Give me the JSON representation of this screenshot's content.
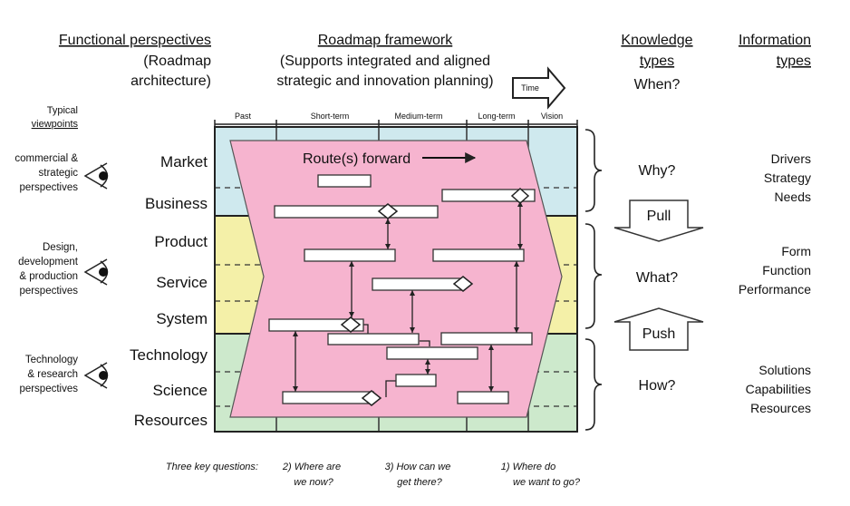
{
  "headers": {
    "functional": {
      "title": "Functional perspectives",
      "line1": "(Roadmap",
      "line2": "architecture)"
    },
    "framework": {
      "title": "Roadmap framework",
      "line1": "(Supports integrated and aligned",
      "line2": "strategic and innovation planning)"
    },
    "time_label": "Time",
    "knowledge": {
      "line1": "Knowledge",
      "line2": "types",
      "line3": "When?"
    },
    "information": {
      "line1": "Information",
      "line2": "types"
    }
  },
  "viewpoints": {
    "title1": "Typical",
    "title2": "viewpoints",
    "commercial": [
      "commercial &",
      "strategic",
      "perspectives"
    ],
    "design": [
      "Design,",
      "development",
      "& production",
      "perspectives"
    ],
    "technology": [
      "Technology",
      "& research",
      "perspectives"
    ]
  },
  "layers": {
    "market": "Market",
    "business": "Business",
    "product": "Product",
    "service": "Service",
    "system": "System",
    "technology": "Technology",
    "science": "Science",
    "resources": "Resources"
  },
  "timeline": [
    "Past",
    "Short-term",
    "Medium-term",
    "Long-term",
    "Vision"
  ],
  "route_label": "Route(s) forward",
  "knowledge_questions": {
    "why": "Why?",
    "what": "What?",
    "how": "How?"
  },
  "flows": {
    "pull": "Pull",
    "push": "Push"
  },
  "information_types": {
    "why": [
      "Drivers",
      "Strategy",
      "Needs"
    ],
    "what": [
      "Form",
      "Function",
      "Performance"
    ],
    "how": [
      "Solutions",
      "Capabilities",
      "Resources"
    ]
  },
  "key_questions": {
    "label": "Three key questions:",
    "q2": [
      "2) Where are",
      "we now?"
    ],
    "q3": [
      "3) How can we",
      "get there?"
    ],
    "q1": [
      "1) Where do",
      "we want to go?"
    ]
  },
  "colors": {
    "band_top": "#cfe9ee",
    "band_mid": "#f4f0a8",
    "band_bottom": "#cde9cc",
    "route_fill": "#f6b4cf",
    "outline": "#333333"
  }
}
